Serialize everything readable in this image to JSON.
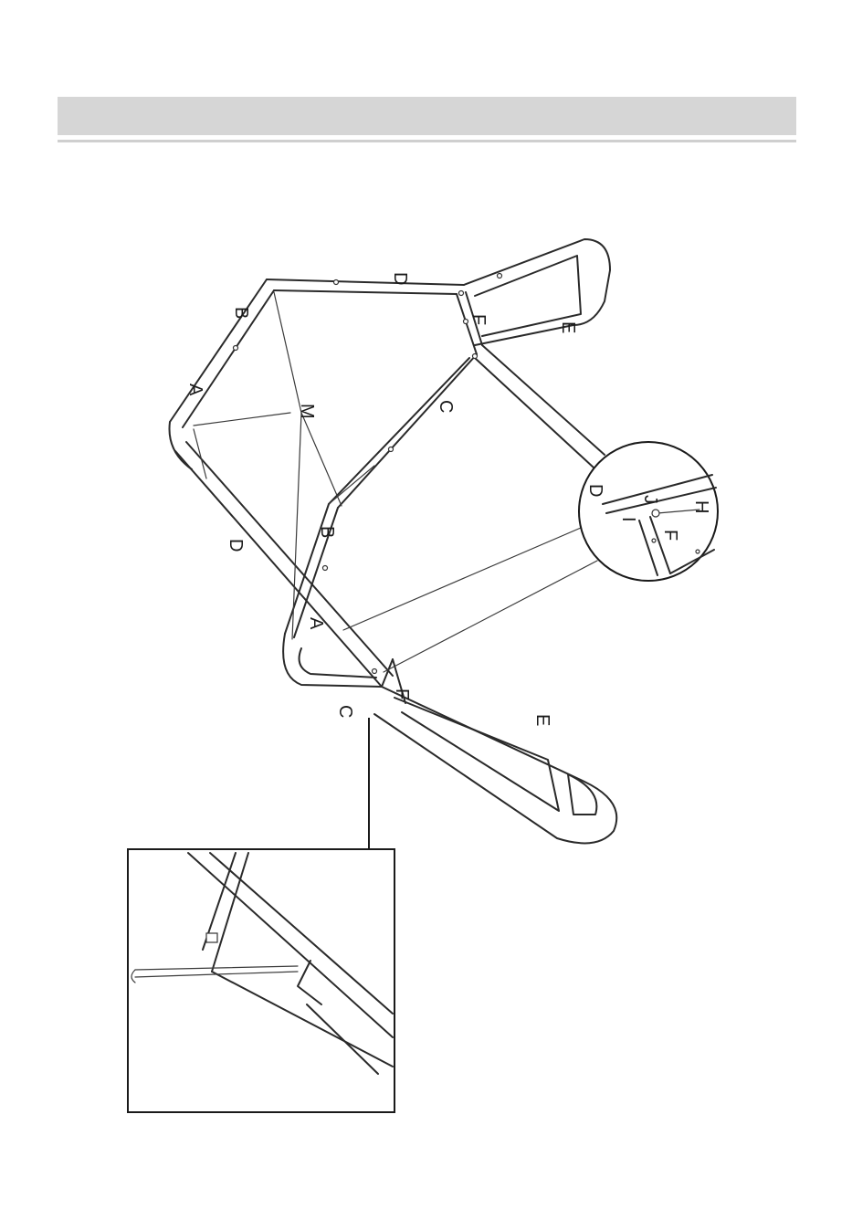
{
  "parts": {
    "a_top": "A",
    "a_bottom": "A",
    "b_top": "B",
    "b_mid": "B",
    "c_mid": "C",
    "c_bottom": "C",
    "d_top": "D",
    "d_left": "D",
    "e_top": "E",
    "e_bottom": "E",
    "f_top": "F",
    "f_bottom": "F",
    "m": "M"
  },
  "detail": {
    "d": "D",
    "j": "J",
    "h": "H",
    "i": "I",
    "f": "F"
  }
}
